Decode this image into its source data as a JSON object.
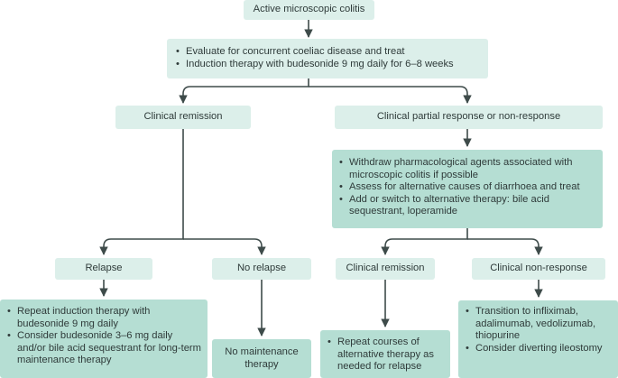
{
  "start": "Active microscopic colitis",
  "evaluate": [
    "Evaluate for concurrent coeliac disease and treat",
    "Induction therapy with budesonide 9 mg daily for 6–8 weeks"
  ],
  "left_branch": {
    "label": "Clinical remission",
    "relapse": {
      "label": "Relapse",
      "actions": [
        "Repeat induction therapy with budesonide 9 mg daily",
        "Consider budesonide 3–6 mg daily and/or bile acid sequestrant for long-term maintenance therapy"
      ]
    },
    "no_relapse": {
      "label": "No relapse",
      "action": "No maintenance therapy"
    }
  },
  "right_branch": {
    "label": "Clinical partial response or non-response",
    "actions": [
      "Withdraw pharmacological agents associated with microscopic colitis if possible",
      "Assess for alternative causes of diarrhoea and treat",
      "Add or switch to alternative therapy: bile acid sequestrant, loperamide"
    ],
    "remission": {
      "label": "Clinical remission",
      "actions": [
        "Repeat courses of alternative therapy as needed for relapse"
      ]
    },
    "non_response": {
      "label": "Clinical non-response",
      "actions": [
        "Transition to infliximab, adalimumab, vedolizumab, thiopurine",
        "Consider diverting ileostomy"
      ]
    }
  },
  "colors": {
    "light_box": "#dcefea",
    "dark_box": "#b5ded3",
    "arrow": "#3e4b4a"
  }
}
